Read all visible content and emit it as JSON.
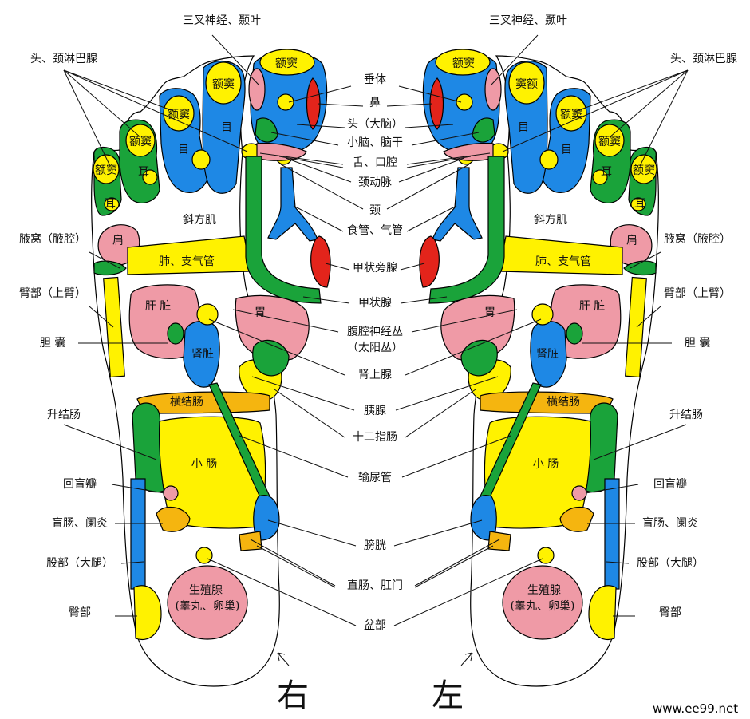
{
  "diagram": {
    "side_labels": {
      "right_foot": "右",
      "left_foot": "左"
    },
    "watermark": "www.ee99.net",
    "center_labels": {
      "pituitary": "垂体",
      "nose": "鼻",
      "head_brain": "头（大脑）",
      "cerebellum": "小脑、脑干",
      "tongue": "舌、口腔",
      "carotid": "颈动脉",
      "neck": "颈",
      "esophagus": "食管、气管",
      "parathyroid": "甲状旁腺",
      "thyroid": "甲状腺",
      "solar_plexus": "腹腔神经丛",
      "solar_plexus_sub": "（太阳丛）",
      "adrenal": "肾上腺",
      "pancreas": "胰腺",
      "duodenum": "十二指肠",
      "ureter": "输尿管",
      "bladder": "膀胱",
      "rectum": "直肠、肛门",
      "pelvis": "盆部"
    },
    "outer_labels": {
      "trigeminal": "三叉神经、颞叶",
      "lymph": "头、颈淋巴腺",
      "armpit": "腋窝（腋腔）",
      "upper_arm": "臂部（上臂）",
      "gallbladder": "胆 囊",
      "ascending_colon": "升结肠",
      "ileocecal": "回盲瓣",
      "appendix": "盲肠、阑炎",
      "thigh": "股部（大腿）",
      "buttock": "臀部"
    },
    "inner_labels": {
      "sinus": "额窦",
      "sinus_alt": "窦额",
      "eye": "目",
      "ear": "耳",
      "trapezius": "斜方肌",
      "shoulder": "肩",
      "lung": "肺、支气管",
      "stomach": "胃",
      "liver": "肝 脏",
      "kidney": "肾脏",
      "transverse_colon": "横结肠",
      "small_intestine": "小 肠",
      "gonad": "生殖腺",
      "gonad_sub": "(睾丸、卵巢)"
    },
    "colors": {
      "blue": "#1e88e5",
      "yellow": "#fff200",
      "green": "#1aa33a",
      "pink": "#ef9aa6",
      "red": "#e3241b",
      "orange": "#f5b50f",
      "outline": "#000000"
    }
  }
}
